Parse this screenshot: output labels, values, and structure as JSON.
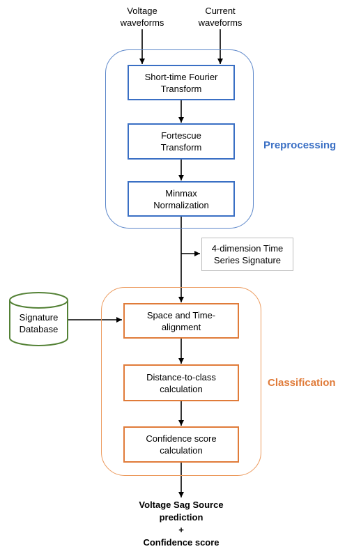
{
  "inputs": {
    "voltage": "Voltage\nwaveforms",
    "current": "Current\nwaveforms"
  },
  "preprocessing": {
    "title": "Preprocessing",
    "color": "#3a6fc4",
    "steps": [
      "Short-time Fourier\nTransform",
      "Fortescue\nTransform",
      "Minmax\nNormalization"
    ]
  },
  "signature_note": "4-dimension Time\nSeries Signature",
  "database": {
    "label": "Signature\nDatabase",
    "color": "#538135"
  },
  "classification": {
    "title": "Classification",
    "color": "#e07b39",
    "steps": [
      "Space and Time-\nalignment",
      "Distance-to-class\ncalculation",
      "Confidence score\ncalculation"
    ]
  },
  "output": {
    "line1": "Voltage Sag Source",
    "line2": "prediction",
    "plus": "+",
    "line3": "Confidence score"
  }
}
